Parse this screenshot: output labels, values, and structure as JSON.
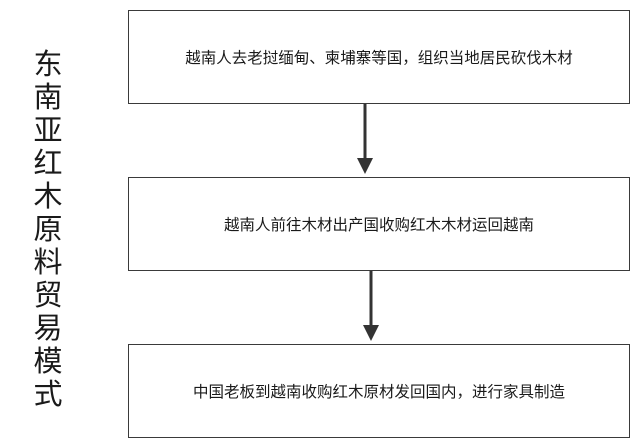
{
  "title": "东南亚红木原料贸易模式",
  "steps": [
    {
      "text": "越南人去老挝缅甸、柬埔寨等国，组织当地居民砍伐木材"
    },
    {
      "text": "越南人前往木材出产国收购红木木材运回越南"
    },
    {
      "text": "中国老板到越南收购红木原材发回国内，进行家具制造"
    }
  ],
  "colors": {
    "border": "#3a3a3a",
    "arrow": "#333333",
    "text": "#1a1a1a",
    "background": "#ffffff"
  }
}
